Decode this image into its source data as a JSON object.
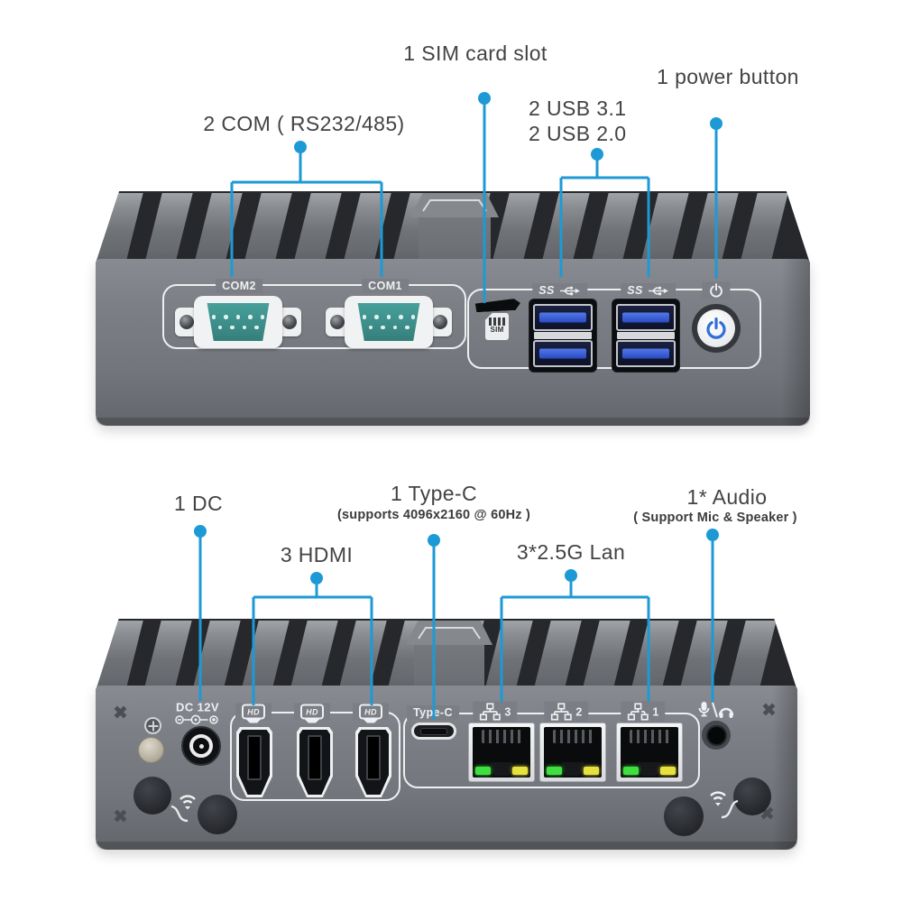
{
  "colors": {
    "accent_blue": "#1d9ad6",
    "label_text": "#424345",
    "led_green": "#3fdf3f",
    "led_yellow": "#e6e13c",
    "usb_blue": "#3a5fd9",
    "com_teal": "#3a8f8b"
  },
  "top_view": {
    "callouts": {
      "sim": "1 SIM card slot",
      "power": "1 power button",
      "com": "2 COM ( RS232/485)",
      "usb_line1": "2 USB 3.1",
      "usb_line2": "2 USB 2.0"
    },
    "panel": {
      "com2": "COM2",
      "com1": "COM1",
      "usb_ss": "SS",
      "sim_badge": "SIM"
    }
  },
  "bottom_view": {
    "callouts": {
      "dc": "1 DC",
      "typec": "1 Type-C",
      "typec_sub": "(supports 4096x2160 @ 60Hz )",
      "audio": "1* Audio",
      "audio_sub": "( Support Mic & Speaker )",
      "hdmi": "3 HDMI",
      "lan": "3*2.5G Lan"
    },
    "panel": {
      "dc12v": "DC 12V",
      "typec": "Type-C",
      "hd": "HD",
      "lan3": "3",
      "lan2": "2",
      "lan1": "1"
    }
  }
}
